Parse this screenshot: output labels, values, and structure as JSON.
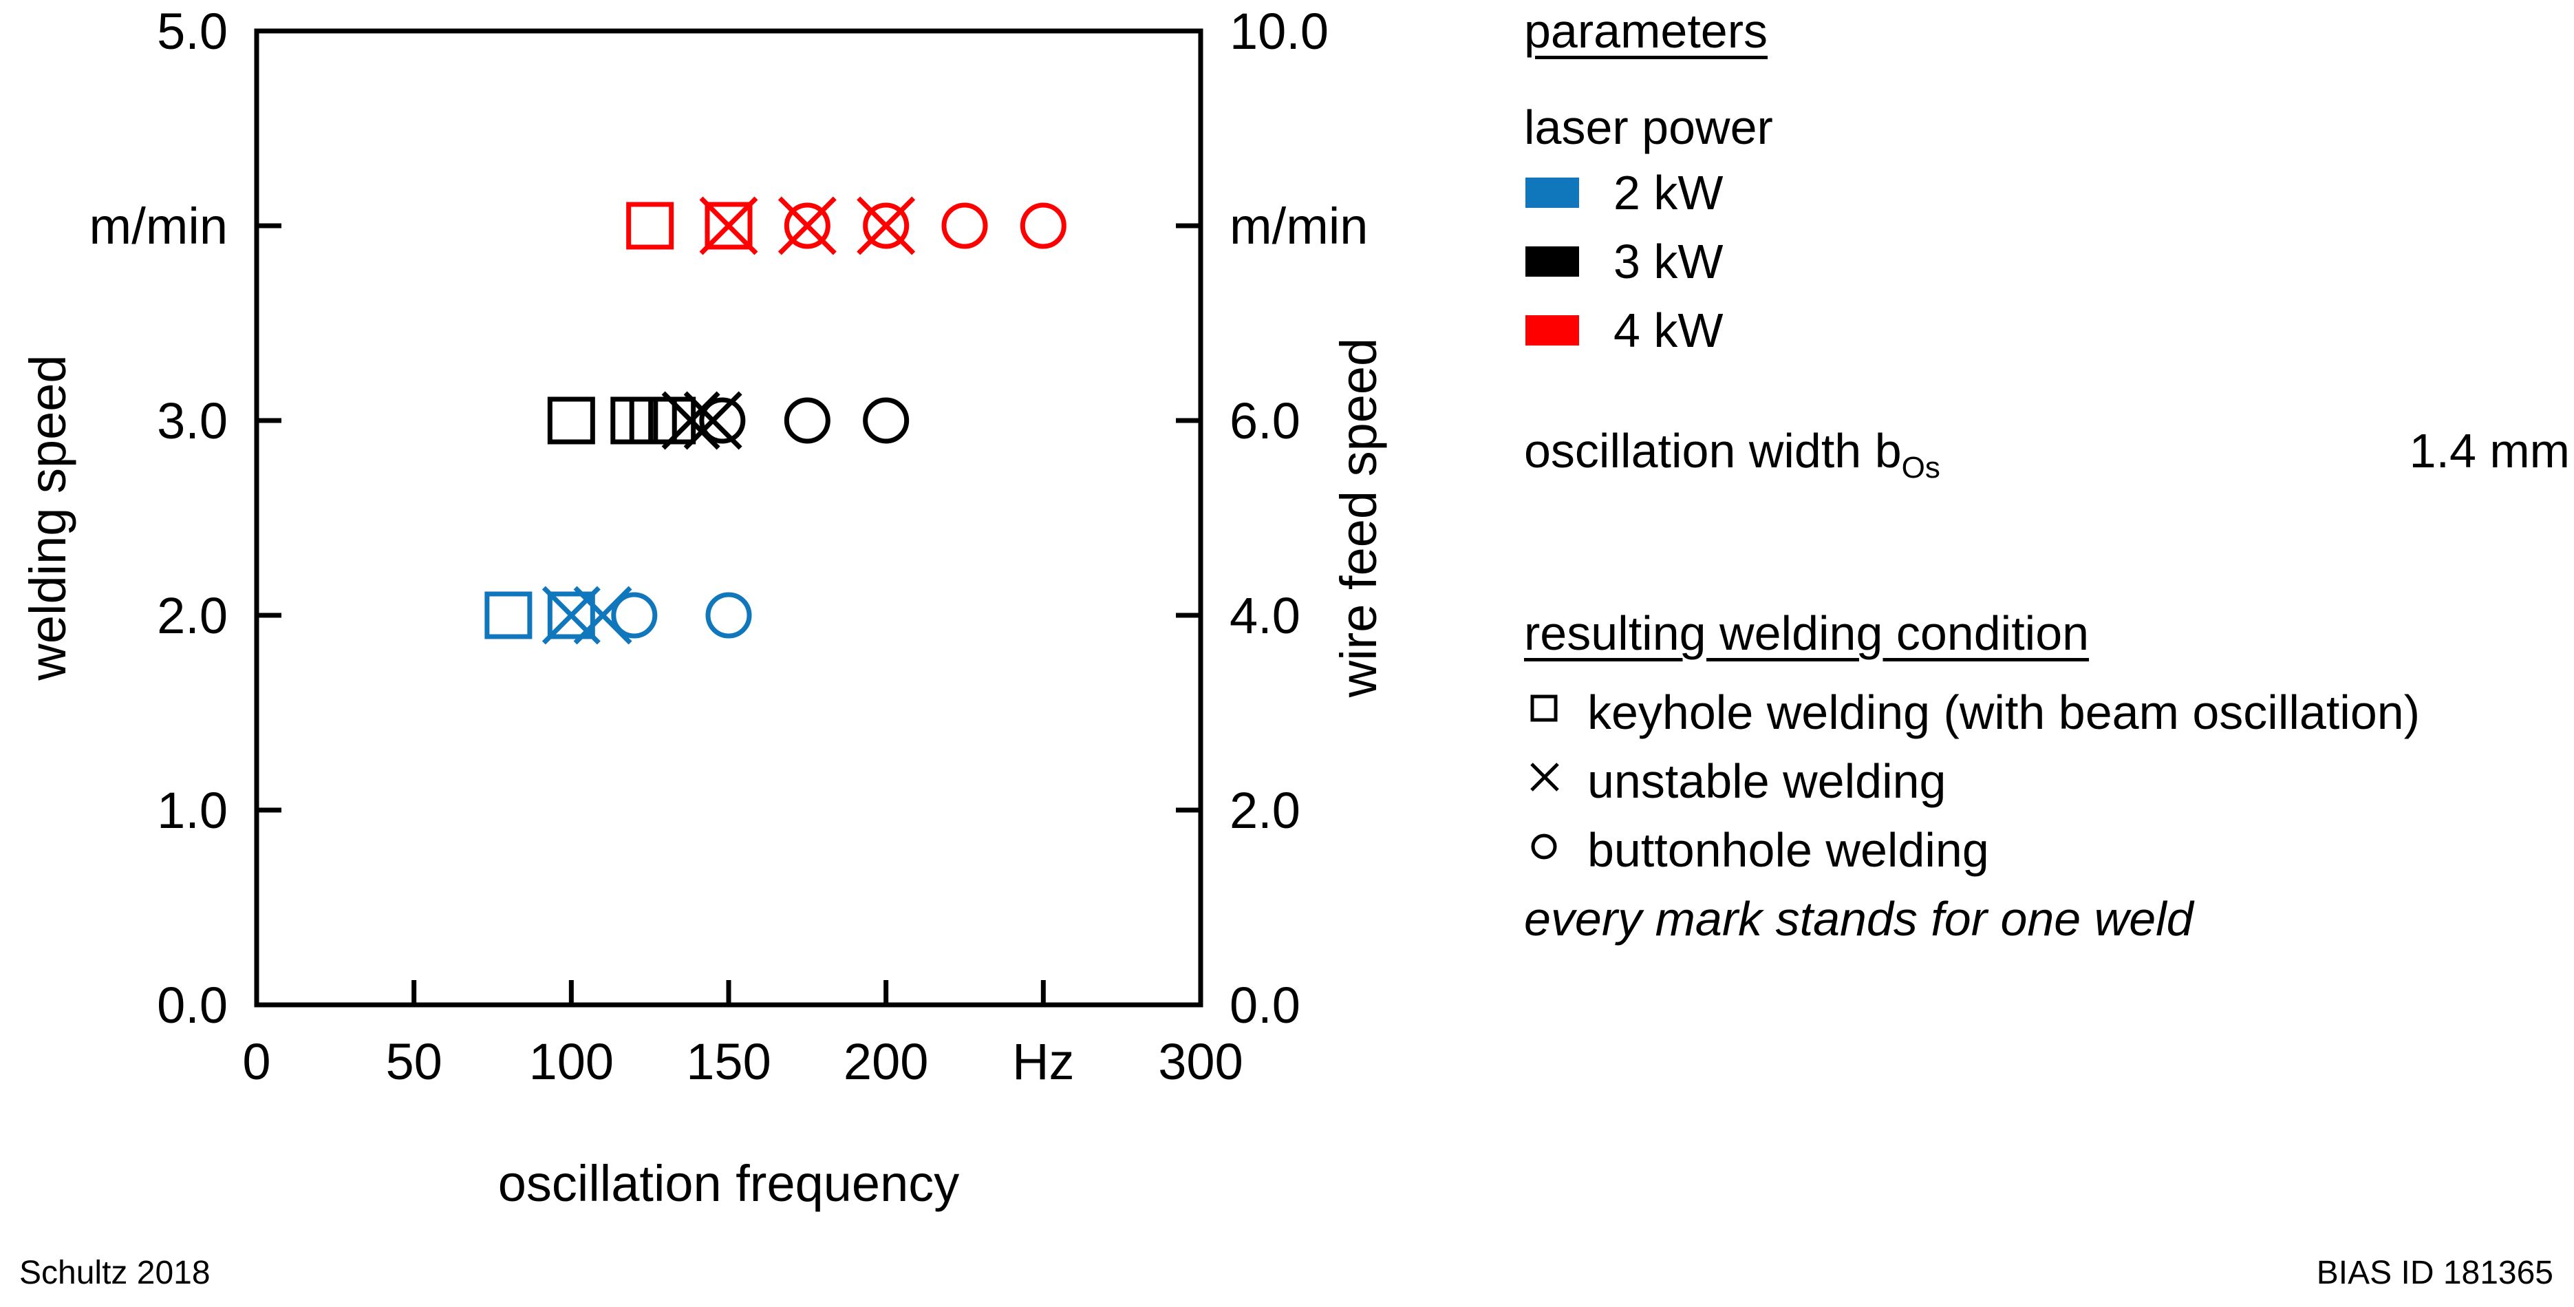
{
  "chart_data": {
    "type": "scatter",
    "title": "",
    "xlabel": "oscillation frequency",
    "xunit": "Hz",
    "ylabel_left": "welding speed",
    "yunit_left": "m/min",
    "ylabel_right": "wire feed speed",
    "yunit_right": "m/min",
    "xlim": [
      0,
      300
    ],
    "ylim_left": [
      0.0,
      5.0
    ],
    "ylim_right": [
      0.0,
      10.0
    ],
    "grid": false,
    "legend_position": "right",
    "x_ticks": [
      {
        "value": 0,
        "label": "0"
      },
      {
        "value": 50,
        "label": "50"
      },
      {
        "value": 100,
        "label": "100"
      },
      {
        "value": 150,
        "label": "150"
      },
      {
        "value": 200,
        "label": "200"
      },
      {
        "value": 250,
        "label": "Hz"
      },
      {
        "value": 300,
        "label": "300"
      }
    ],
    "y_ticks_left": [
      {
        "value": 0.0,
        "label": "0.0"
      },
      {
        "value": 1.0,
        "label": "1.0"
      },
      {
        "value": 2.0,
        "label": "2.0"
      },
      {
        "value": 3.0,
        "label": "3.0"
      },
      {
        "value": 4.0,
        "label": "m/min"
      },
      {
        "value": 5.0,
        "label": "5.0"
      }
    ],
    "y_ticks_right": [
      {
        "value": 0.0,
        "label": "0.0"
      },
      {
        "value": 2.0,
        "label": "2.0"
      },
      {
        "value": 4.0,
        "label": "4.0"
      },
      {
        "value": 6.0,
        "label": "6.0"
      },
      {
        "value": 8.0,
        "label": "m/min"
      },
      {
        "value": 10.0,
        "label": "10.0"
      }
    ],
    "series": [
      {
        "name": "2 kW",
        "color": "#1077BC",
        "welding_speed": 2.0,
        "wire_feed_speed": 4.0,
        "points": [
          {
            "x": 80,
            "y": 2.0,
            "marker": "square"
          },
          {
            "x": 100,
            "y": 2.0,
            "marker": "square"
          },
          {
            "x": 100,
            "y": 2.0,
            "marker": "cross"
          },
          {
            "x": 110,
            "y": 2.0,
            "marker": "cross"
          },
          {
            "x": 120,
            "y": 2.0,
            "marker": "circle"
          },
          {
            "x": 150,
            "y": 2.0,
            "marker": "circle"
          }
        ]
      },
      {
        "name": "3 kW",
        "color": "#000000",
        "welding_speed": 3.0,
        "wire_feed_speed": 6.0,
        "points": [
          {
            "x": 100,
            "y": 3.0,
            "marker": "square"
          },
          {
            "x": 120,
            "y": 3.0,
            "marker": "square"
          },
          {
            "x": 126,
            "y": 3.0,
            "marker": "square"
          },
          {
            "x": 132,
            "y": 3.0,
            "marker": "square"
          },
          {
            "x": 138,
            "y": 3.0,
            "marker": "cross"
          },
          {
            "x": 145,
            "y": 3.0,
            "marker": "cross"
          },
          {
            "x": 148,
            "y": 3.0,
            "marker": "circle"
          },
          {
            "x": 175,
            "y": 3.0,
            "marker": "circle"
          },
          {
            "x": 200,
            "y": 3.0,
            "marker": "circle"
          }
        ]
      },
      {
        "name": "4 kW",
        "color": "#FF0000",
        "welding_speed": 4.0,
        "wire_feed_speed": 8.0,
        "points": [
          {
            "x": 125,
            "y": 4.0,
            "marker": "square"
          },
          {
            "x": 150,
            "y": 4.0,
            "marker": "square"
          },
          {
            "x": 150,
            "y": 4.0,
            "marker": "cross"
          },
          {
            "x": 175,
            "y": 4.0,
            "marker": "circle"
          },
          {
            "x": 175,
            "y": 4.0,
            "marker": "cross"
          },
          {
            "x": 200,
            "y": 4.0,
            "marker": "circle"
          },
          {
            "x": 200,
            "y": 4.0,
            "marker": "cross"
          },
          {
            "x": 225,
            "y": 4.0,
            "marker": "circle"
          },
          {
            "x": 250,
            "y": 4.0,
            "marker": "circle"
          }
        ]
      }
    ]
  },
  "legend": {
    "parameters_heading": "parameters",
    "laser_power_label": "laser power",
    "laser_power_items": [
      {
        "label": "2 kW",
        "color": "#1077BC"
      },
      {
        "label": "3 kW",
        "color": "#000000"
      },
      {
        "label": "4 kW",
        "color": "#FF0000"
      }
    ],
    "oscillation_width_label": "oscillation width b",
    "oscillation_width_subscript": "Os",
    "oscillation_width_value": "1.4 mm",
    "condition_heading": "resulting welding condition",
    "condition_items": [
      {
        "marker": "square",
        "label": "keyhole welding (with beam oscillation)"
      },
      {
        "marker": "cross",
        "label": "unstable welding"
      },
      {
        "marker": "circle",
        "label": "buttonhole welding"
      }
    ],
    "note": "every mark stands for one weld"
  },
  "footer": {
    "left": "Schultz 2018",
    "right": "BIAS ID 181365"
  }
}
